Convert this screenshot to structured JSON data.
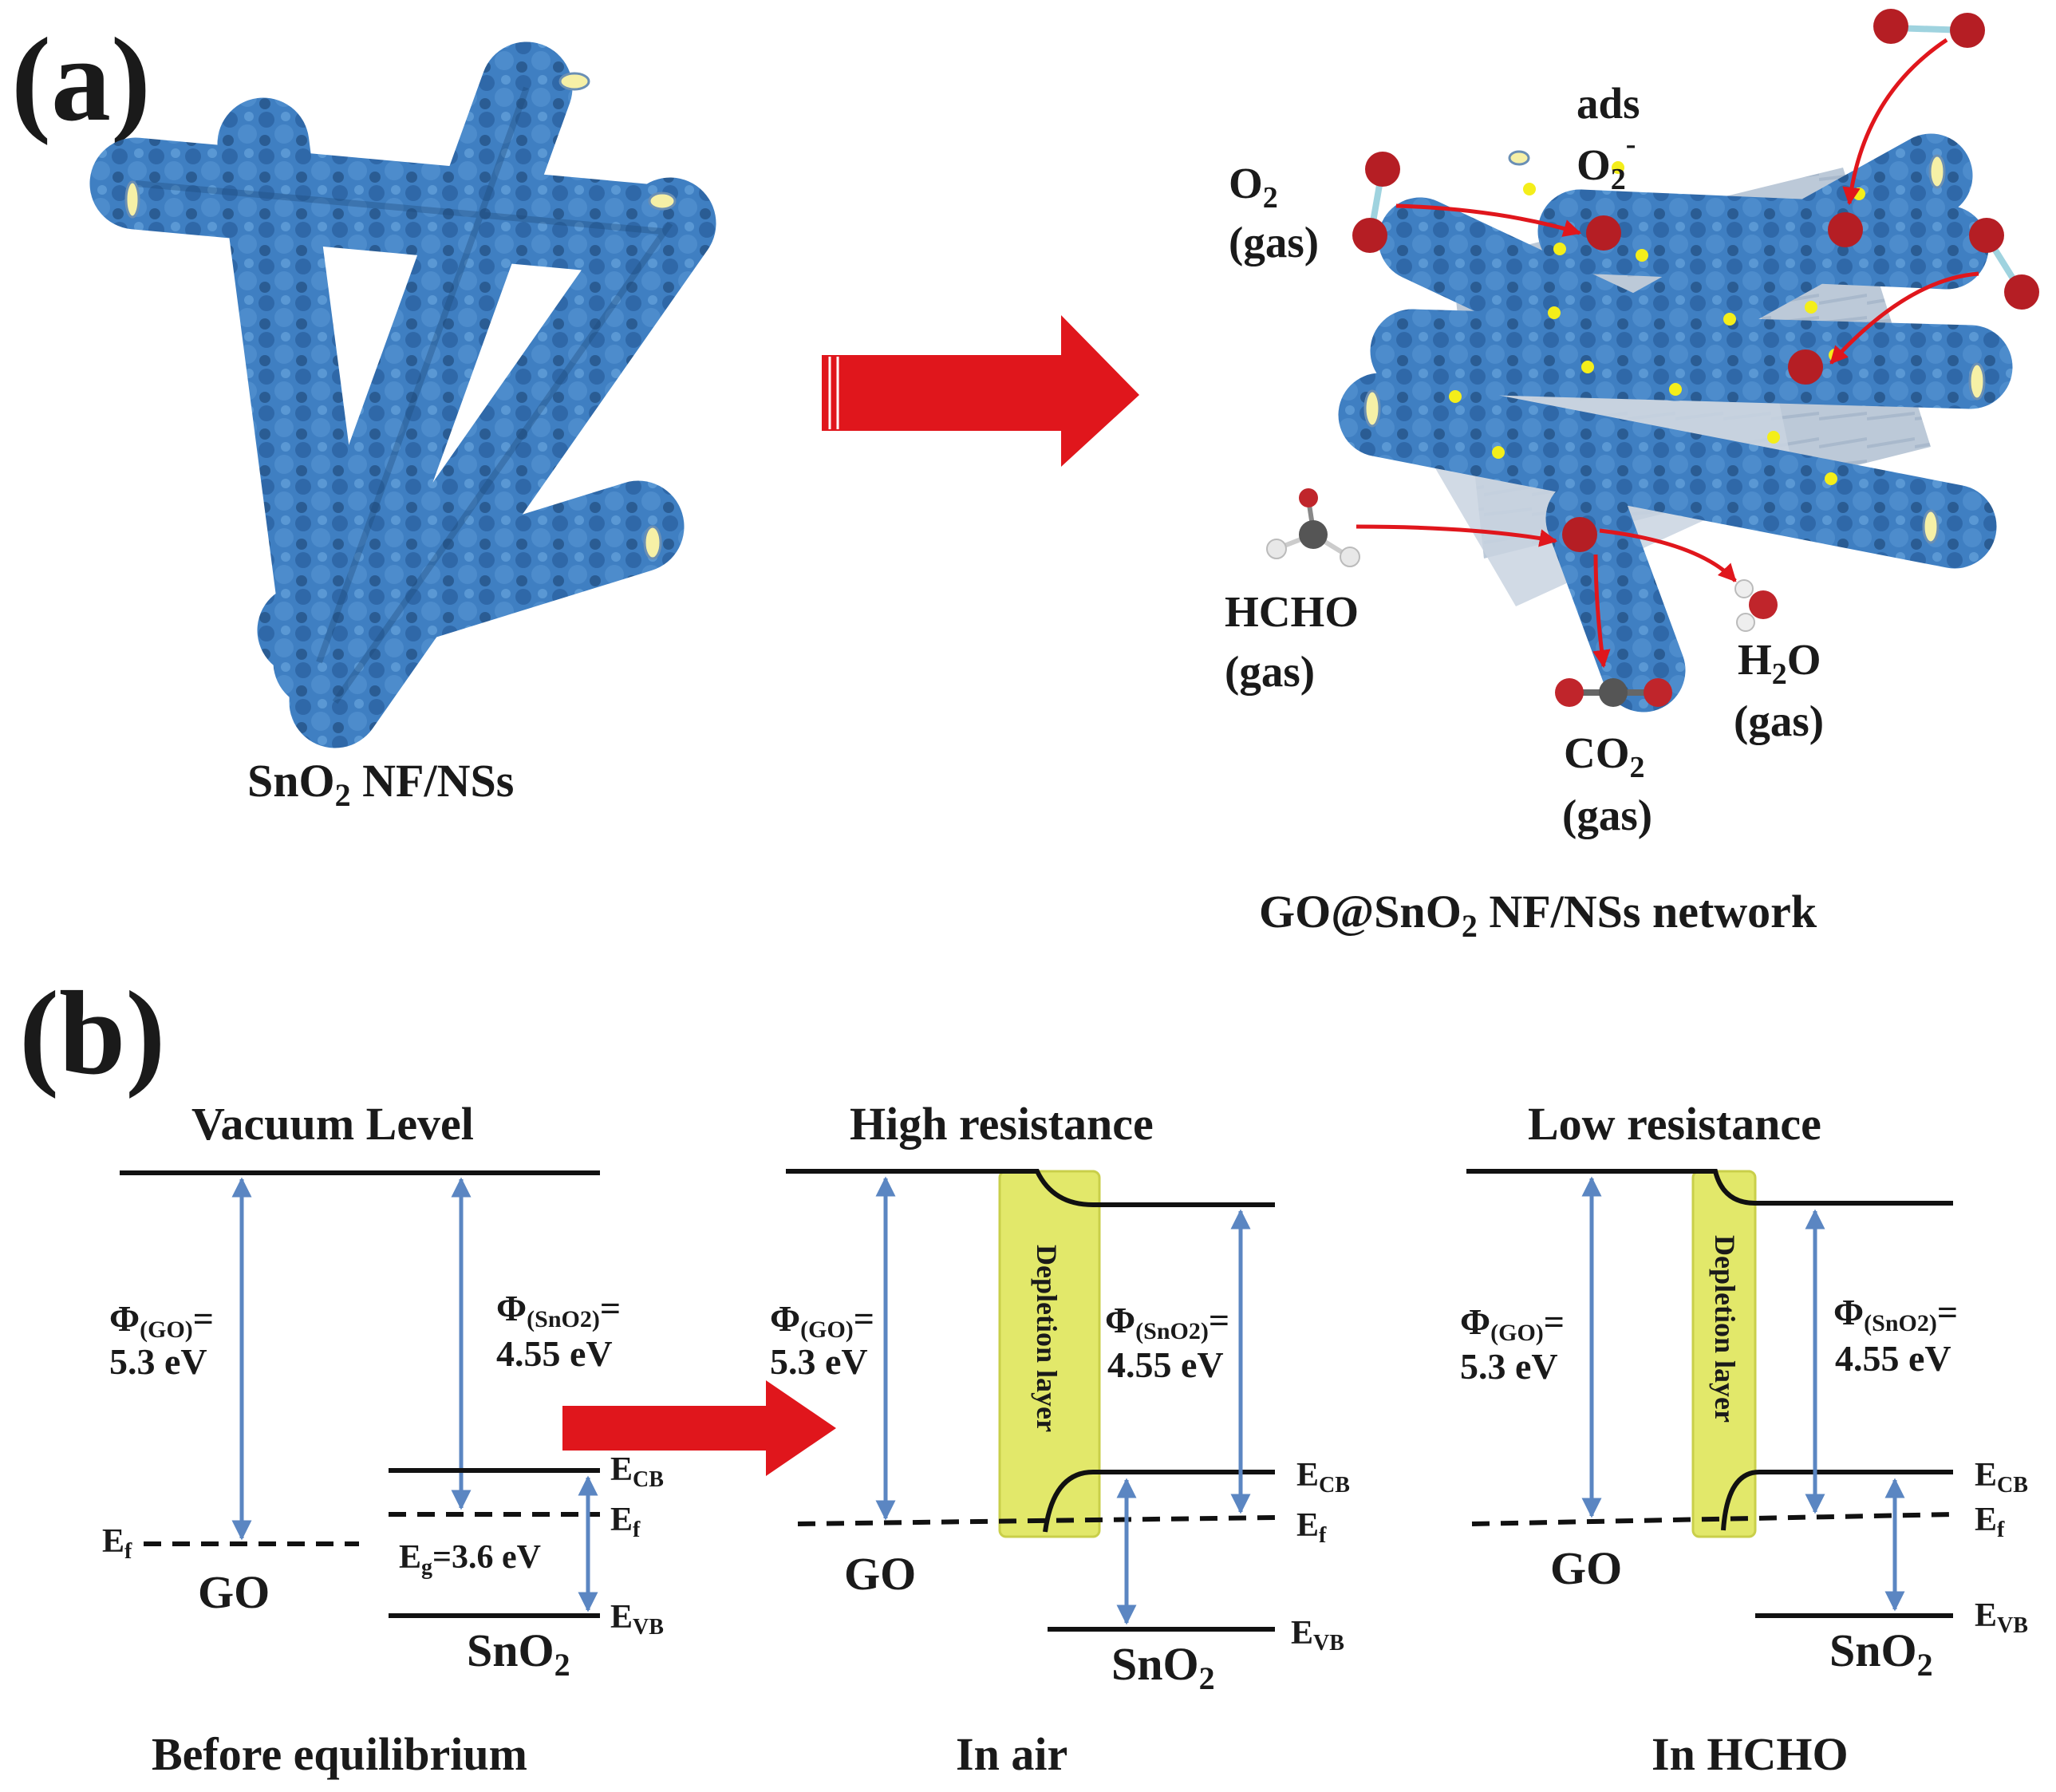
{
  "panel_a": {
    "label": "(a)",
    "left_caption": "SnO",
    "left_caption_sub": "2",
    "left_caption_rest": " NF/NSs",
    "right_caption": "GO@SnO",
    "right_caption_sub": "2",
    "right_caption_rest": " NF/NSs network",
    "o2_gas_formula": "O",
    "o2_gas_sub": "2",
    "o2_gas_state": "(gas)",
    "ads_label": "ads",
    "ads_species": "O",
    "ads_sub": "2",
    "ads_sup": "-",
    "hcho_formula": "HCHO",
    "hcho_state": "(gas)",
    "co2_formula": "CO",
    "co2_sub": "2",
    "co2_state": "(gas)",
    "h2o_formula_h": "H",
    "h2o_sub": "2",
    "h2o_formula_o": "O",
    "h2o_state": "(gas)",
    "colors": {
      "nanofiber": "#3f7fc2",
      "nanofiber_dark": "#2a5c93",
      "go_sheet": "#b8c6d6",
      "arrow": "#e0161c",
      "oxygen_atom": "#b51e24",
      "yellow_dot": "#f4ee1a"
    }
  },
  "panel_b": {
    "label": "(b)",
    "before": {
      "title": "Vacuum Level",
      "phi_go_symbol": "Φ",
      "phi_go_sub": "(GO)",
      "phi_go_eq": "=",
      "phi_go_value": "5.3 eV",
      "phi_sno2_symbol": "Φ",
      "phi_sno2_sub": "(SnO2)",
      "phi_sno2_eq": "=",
      "phi_sno2_value": "4.55 eV",
      "ef_left": "E",
      "ef_left_sub": "f",
      "go_label": "GO",
      "eg_label": "E",
      "eg_sub": "g",
      "eg_value": "=3.6 eV",
      "ecb": "E",
      "ecb_sub": "CB",
      "ef": "E",
      "ef_sub": "f",
      "evb": "E",
      "evb_sub": "VB",
      "sno2": "SnO",
      "sno2_sub": "2",
      "caption": "Before equilibrium"
    },
    "air": {
      "title": "High resistance",
      "phi_go_symbol": "Φ",
      "phi_go_sub": "(GO)",
      "phi_go_eq": "=",
      "phi_go_value": "5.3 eV",
      "depletion": "Depletion layer",
      "phi_sno2_symbol": "Φ",
      "phi_sno2_sub": "(SnO2)",
      "phi_sno2_eq": "=",
      "phi_sno2_value": "4.55 eV",
      "go_label": "GO",
      "ecb": "E",
      "ecb_sub": "CB",
      "ef": "E",
      "ef_sub": "f",
      "evb": "E",
      "evb_sub": "VB",
      "sno2": "SnO",
      "sno2_sub": "2",
      "caption": "In air"
    },
    "hcho": {
      "title": "Low resistance",
      "phi_go_symbol": "Φ",
      "phi_go_sub": "(GO)",
      "phi_go_eq": "=",
      "phi_go_value": "5.3 eV",
      "depletion": "Depletion layer",
      "phi_sno2_symbol": "Φ",
      "phi_sno2_sub": "(SnO2)",
      "phi_sno2_eq": "=",
      "phi_sno2_value": "4.55 eV",
      "go_label": "GO",
      "ecb": "E",
      "ecb_sub": "CB",
      "ef": "E",
      "ef_sub": "f",
      "evb": "E",
      "evb_sub": "VB",
      "sno2": "SnO",
      "sno2_sub": "2",
      "caption": "In HCHO"
    },
    "colors": {
      "arrow_line": "#5b86c2",
      "depletion_fill": "#e2e86a",
      "big_arrow": "#e0161c"
    }
  }
}
